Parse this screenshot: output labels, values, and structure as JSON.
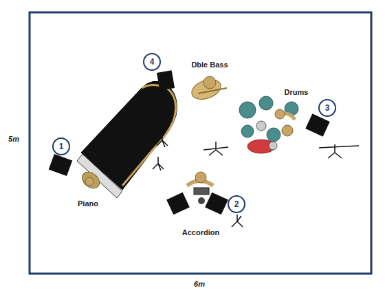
{
  "diagram": {
    "labels": [
      "4",
      "Dble Bass",
      "Drums",
      "1",
      "3",
      "Piano",
      "2",
      "Accordion",
      "5m",
      "6m"
    ]
  }
}
